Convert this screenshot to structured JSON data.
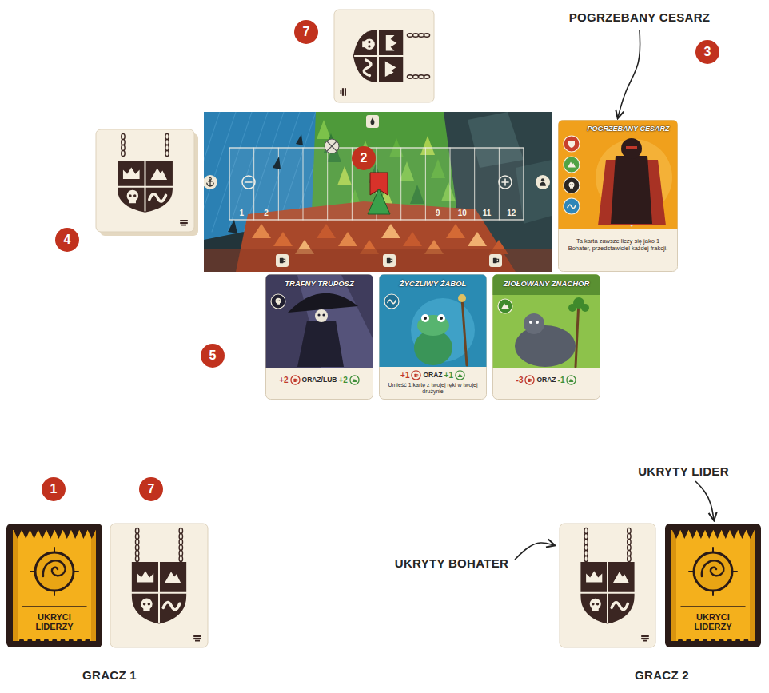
{
  "diagram": {
    "nodes": [
      {
        "text": [
          "1",
          "2",
          "9",
          "10",
          "11",
          "12"
        ]
      },
      {
        "text": [
          "POGRZEBANY CESARZ",
          "Ta karta zawsze liczy się jako 1 Bohater, przedstawiciel każdej frakcji."
        ]
      },
      {
        "text": [
          "TRAFNY TRUPOSZ",
          "+2",
          "ORAZ/LUB",
          "+2"
        ]
      },
      {
        "text": [
          "ŻYCZLIWY ŻABOL",
          "+1",
          "ORAZ",
          "+1",
          "Umieść 1 kartę z twojej ręki w twojej drużynie"
        ]
      },
      {
        "text": [
          "ZIOŁOWANY ZNACHOR",
          "-3",
          "ORAZ",
          "-1"
        ]
      },
      {
        "text": [
          "UKRYCI LIDERZY"
        ]
      },
      {
        "text": [
          "UKRYCI LIDERZY"
        ]
      }
    ],
    "labels": [
      "7",
      "POGRZEBANY CESARZ",
      "3",
      "2",
      "4",
      "5",
      "UKRYTY LIDER",
      "1",
      "7",
      "UKRYTY BOHATER",
      "GRACZ 1",
      "GRACZ 2"
    ]
  }
}
